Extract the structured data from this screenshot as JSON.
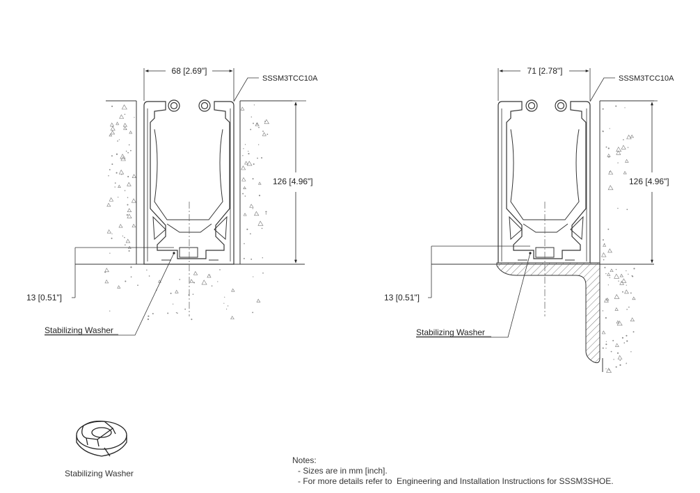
{
  "left_detail": {
    "width_dim": "68 [2.69\"]",
    "part_label": "SSSM3TCC10A",
    "height_dim": "126 [4.96\"]",
    "bottom_dim": "13 [0.51\"]",
    "washer_label": "Stabilizing Washer"
  },
  "right_detail": {
    "width_dim": "71 [2.78\"]",
    "part_label": "SSSM3TCC10A",
    "height_dim": "126 [4.96\"]",
    "bottom_dim": "13 [0.51\"]",
    "washer_label": "Stabilizing Washer"
  },
  "washer_caption": "Stabilizing Washer",
  "notes": {
    "title": "Notes:",
    "items": [
      "- Sizes are in mm [inch].",
      "- For more details refer to  Engineering and Installation Instructions for SSSM3SHOE."
    ]
  }
}
